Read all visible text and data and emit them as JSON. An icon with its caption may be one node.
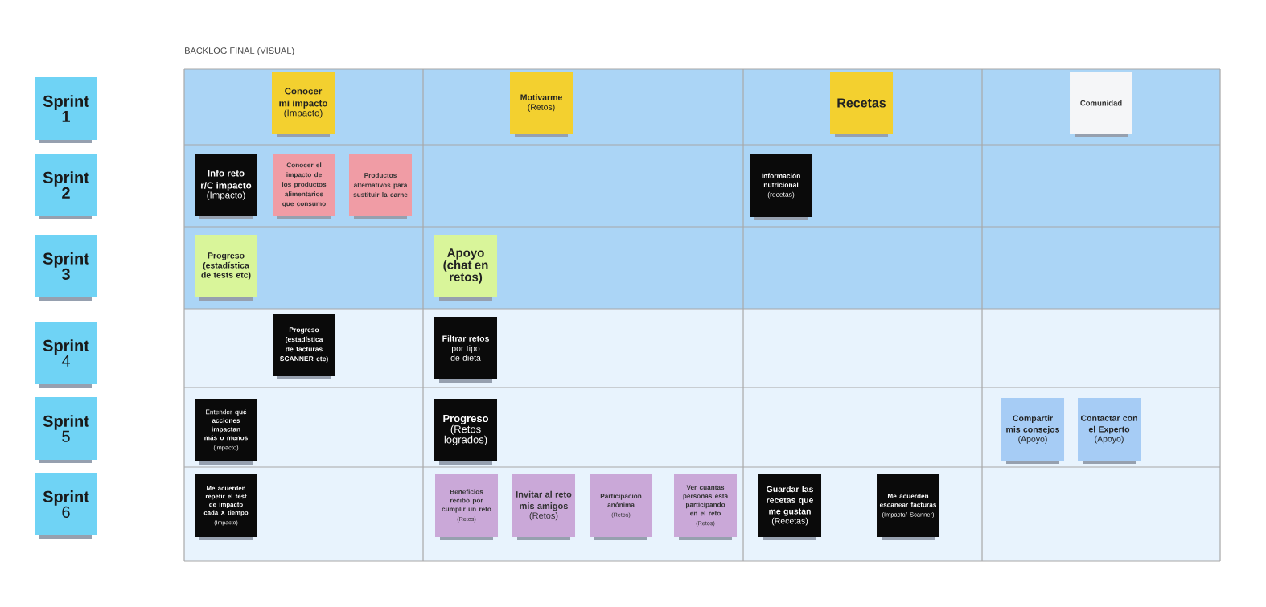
{
  "diagram": {
    "title": "BACKLOG FINAL (VISUAL)",
    "nodes": [
      {
        "text": [
          "Sprint",
          "1"
        ]
      },
      {
        "text": [
          "Sprint",
          "2"
        ]
      },
      {
        "text": [
          "Sprint",
          "3"
        ]
      },
      {
        "text": [
          "Sprint",
          "4"
        ]
      },
      {
        "text": [
          "Sprint",
          "5"
        ]
      },
      {
        "text": [
          "Sprint",
          "6"
        ]
      },
      {
        "text": [
          "Conocer mi impacto",
          "(Impacto)"
        ]
      },
      {
        "text": [
          "Motivarme",
          "(Retos)"
        ]
      },
      {
        "text": [
          "Recetas"
        ]
      },
      {
        "text": [
          "Comunidad"
        ]
      },
      {
        "text": [
          "Info reto r/C impacto",
          "(Impacto)"
        ]
      },
      {
        "text": [
          "Conocer el impacto de los productos alimentarios que consumo"
        ]
      },
      {
        "text": [
          "Productos alternativos para sustituir la carne"
        ]
      },
      {
        "text": [
          "Información nutricional",
          "(recetas)"
        ]
      },
      {
        "text": [
          "Progreso (estadística de tests etc)"
        ]
      },
      {
        "text": [
          "Apoyo (chat en retos)"
        ]
      },
      {
        "text": [
          "Progreso (estadística de facturas SCANNER etc)"
        ]
      },
      {
        "text": [
          "**Filtrar retos** por tipo de dieta"
        ]
      },
      {
        "text": [
          "Entender **qué acciones impactan más o menos**",
          "(impacto)"
        ]
      },
      {
        "text": [
          "Progreso",
          "(Retos logrados)"
        ]
      },
      {
        "text": [
          "Compartir mis consejos",
          "(Apoyo)"
        ]
      },
      {
        "text": [
          "Contactar con el Experto",
          "(Apoyo)"
        ]
      },
      {
        "text": [
          "Me acuerden repetir el test de impacto cada X tiempo",
          "(Impacto)"
        ]
      },
      {
        "text": [
          "Beneficios recibo por cumplir un reto",
          "(Retos)"
        ]
      },
      {
        "text": [
          "Invitar al reto mis amigos",
          "(Retos)"
        ]
      },
      {
        "text": [
          "Participación anónima",
          "(Retos)"
        ]
      },
      {
        "text": [
          "Ver cuantas personas esta participando en el reto",
          "(Retos)"
        ]
      },
      {
        "text": [
          "Guardar las recetas que me gustan",
          "(Recetas)"
        ]
      },
      {
        "text": [
          "Me acuerden escanear facturas",
          "(Impacto/ Scanner)"
        ]
      }
    ]
  }
}
